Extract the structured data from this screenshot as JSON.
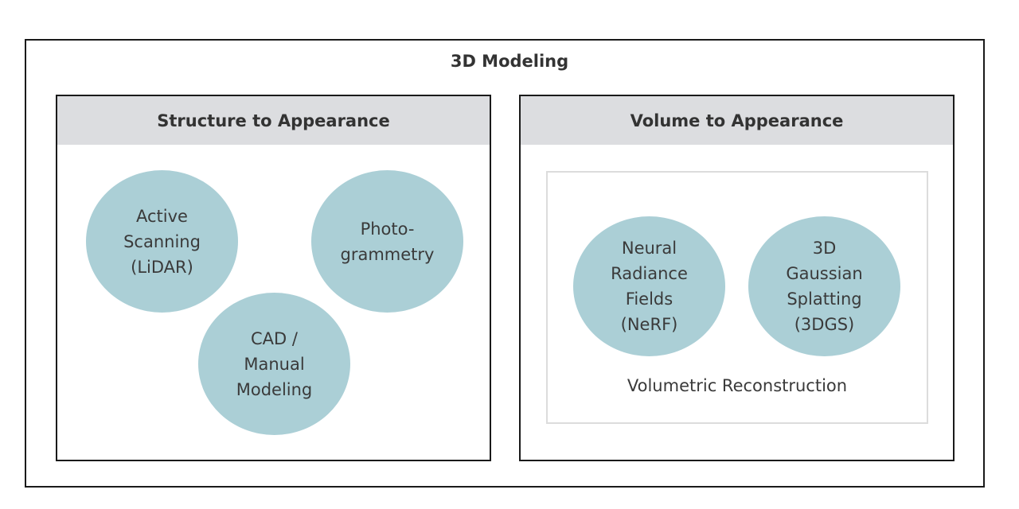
{
  "title": "3D Modeling",
  "colors": {
    "border": "#1a1a1a",
    "header_fill": "#dcdde0",
    "circle_fill": "#abcfd6",
    "inner_border": "#dcdcdc",
    "text": "#333333"
  },
  "left_panel": {
    "title": "Structure to Appearance",
    "circles": [
      {
        "label": "Active\nScanning\n(LiDAR)"
      },
      {
        "label": "Photo-\ngrammetry"
      },
      {
        "label": "CAD /\nManual\nModeling"
      }
    ]
  },
  "right_panel": {
    "title": "Volume to Appearance",
    "group_label": "Volumetric Reconstruction",
    "circles": [
      {
        "label": "Neural\nRadiance\nFields\n(NeRF)"
      },
      {
        "label": "3D\nGaussian\nSplatting\n(3DGS)"
      }
    ]
  }
}
